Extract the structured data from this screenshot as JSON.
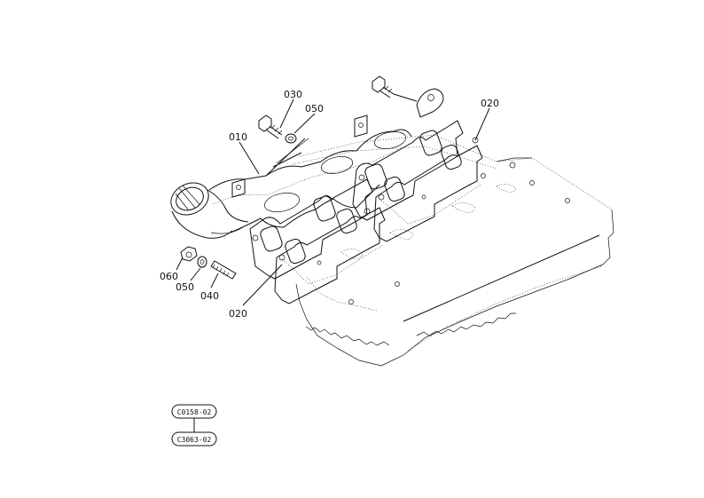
{
  "parts": [
    {
      "callout": "010",
      "icon": "exhaust-manifold"
    },
    {
      "callout": "020",
      "icon": "manifold-gasket"
    },
    {
      "callout": "020",
      "icon": "manifold-gasket"
    },
    {
      "callout": "030",
      "icon": "bolt"
    },
    {
      "callout": "040",
      "icon": "stud"
    },
    {
      "callout": "050",
      "icon": "washer"
    },
    {
      "callout": "050",
      "icon": "washer"
    },
    {
      "callout": "060",
      "icon": "nut"
    }
  ],
  "references": [
    "C0158-02",
    "C3063-02"
  ]
}
